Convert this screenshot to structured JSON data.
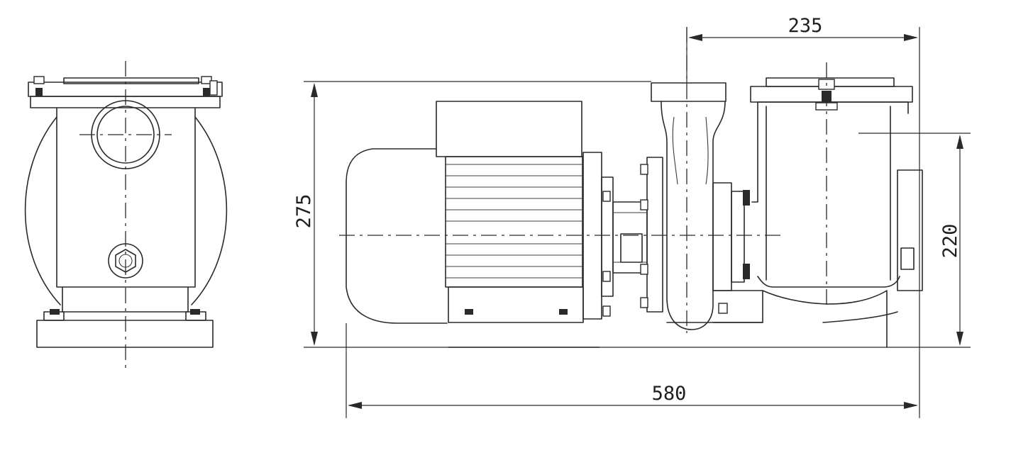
{
  "dimensions": {
    "overall_length": "580",
    "overall_height": "275",
    "outlet_to_end": "235",
    "inlet_height": "220"
  },
  "colors": {
    "line": "#2a2a2a",
    "background": "#ffffff"
  }
}
